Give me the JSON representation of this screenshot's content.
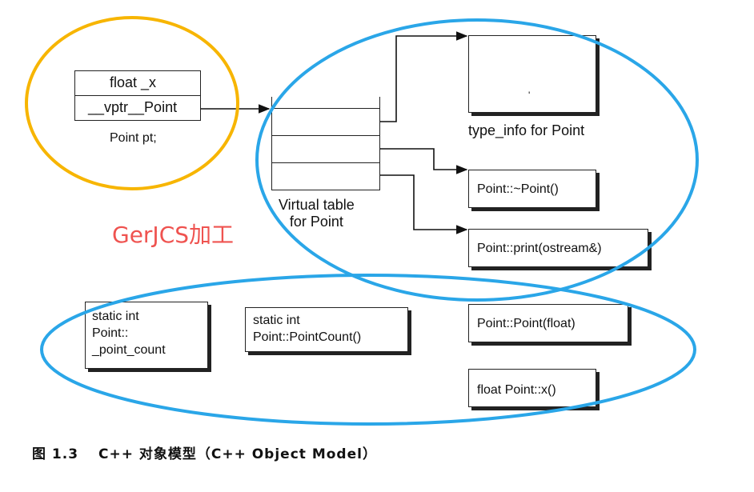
{
  "object": {
    "field_x": "float _x",
    "field_vptr": "__vptr__Point",
    "caption": "Point pt;"
  },
  "vtable": {
    "caption": "Virtual table\nfor Point"
  },
  "targets": {
    "type_info": "type_info for Point",
    "type_info_dot": "'",
    "destructor": "Point::~Point()",
    "print": "Point::print(ostream&)",
    "constructor": "Point::Point(float)",
    "getter": "float Point::x()"
  },
  "statics": {
    "member": "static int\nPoint::\n_point_count",
    "function": "static int\nPoint::PointCount()"
  },
  "watermark": "GerJCS加工",
  "figure_caption": {
    "number": "图 1.3",
    "title": "C++ 对象模型（C++ Object Model）"
  },
  "colors": {
    "highlight_orange": "#f7b500",
    "highlight_blue": "#2aa6e8",
    "watermark_red": "#ef5350"
  }
}
